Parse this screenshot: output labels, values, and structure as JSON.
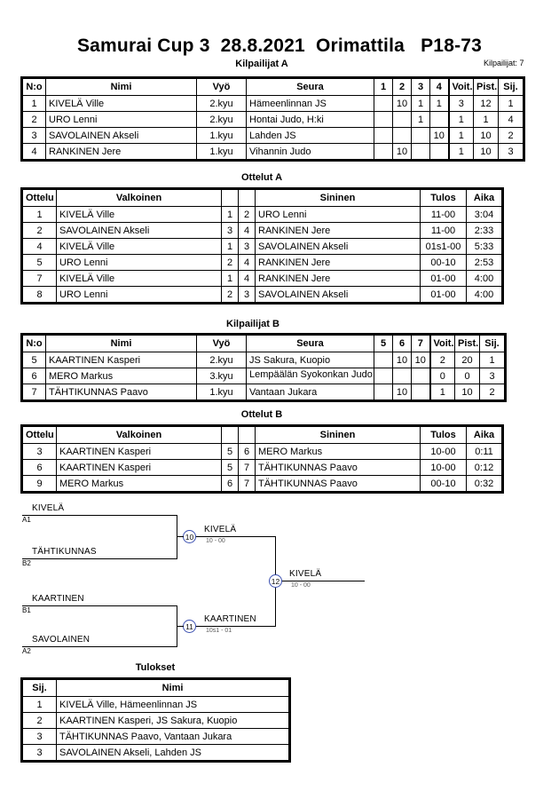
{
  "header": {
    "title": "Samurai Cup 3  28.8.2021  Orimattila   P18-73",
    "competitor_count_label": "Kilpailijat: 7"
  },
  "sections": {
    "pool_a_caption": "Kilpailijat A",
    "matches_a_caption": "Ottelut A",
    "pool_b_caption": "Kilpailijat B",
    "matches_b_caption": "Ottelut B",
    "results_caption": "Tulokset"
  },
  "pool_a": {
    "headers": [
      "N:o",
      "Nimi",
      "Vyö",
      "Seura",
      "1",
      "2",
      "3",
      "4",
      "Voit.",
      "Pist.",
      "Sij."
    ],
    "rows": [
      {
        "no": "1",
        "name": "KIVELÄ Ville",
        "belt": "2.kyu",
        "club": "Hämeenlinnan JS",
        "m": [
          "",
          "10",
          "1",
          "1"
        ],
        "wins": "3",
        "points": "12",
        "rank": "1"
      },
      {
        "no": "2",
        "name": "URO Lenni",
        "belt": "2.kyu",
        "club": "Hontai Judo, H:ki",
        "m": [
          "",
          "",
          "1",
          ""
        ],
        "wins": "1",
        "points": "1",
        "rank": "4"
      },
      {
        "no": "3",
        "name": "SAVOLAINEN Akseli",
        "belt": "1.kyu",
        "club": "Lahden JS",
        "m": [
          "",
          "",
          "",
          "10"
        ],
        "wins": "1",
        "points": "10",
        "rank": "2"
      },
      {
        "no": "4",
        "name": "RANKINEN Jere",
        "belt": "1.kyu",
        "club": "Vihannin Judo",
        "m": [
          "",
          "10",
          "",
          ""
        ],
        "wins": "1",
        "points": "10",
        "rank": "3"
      }
    ]
  },
  "matches_a": {
    "headers": [
      "Ottelu",
      "Valkoinen",
      "",
      "",
      "Sininen",
      "Tulos",
      "Aika"
    ],
    "rows": [
      {
        "no": "1",
        "white": "KIVELÄ Ville",
        "wn": "1",
        "bn": "2",
        "blue": "URO Lenni",
        "result": "11-00",
        "time": "3:04"
      },
      {
        "no": "2",
        "white": "SAVOLAINEN Akseli",
        "wn": "3",
        "bn": "4",
        "blue": "RANKINEN Jere",
        "result": "11-00",
        "time": "2:33"
      },
      {
        "no": "4",
        "white": "KIVELÄ Ville",
        "wn": "1",
        "bn": "3",
        "blue": "SAVOLAINEN Akseli",
        "result": "01s1-00",
        "time": "5:33"
      },
      {
        "no": "5",
        "white": "URO Lenni",
        "wn": "2",
        "bn": "4",
        "blue": "RANKINEN Jere",
        "result": "00-10",
        "time": "2:53"
      },
      {
        "no": "7",
        "white": "KIVELÄ Ville",
        "wn": "1",
        "bn": "4",
        "blue": "RANKINEN Jere",
        "result": "01-00",
        "time": "4:00"
      },
      {
        "no": "8",
        "white": "URO Lenni",
        "wn": "2",
        "bn": "3",
        "blue": "SAVOLAINEN Akseli",
        "result": "01-00",
        "time": "4:00"
      }
    ]
  },
  "pool_b": {
    "headers": [
      "N:o",
      "Nimi",
      "Vyö",
      "Seura",
      "5",
      "6",
      "7",
      "Voit.",
      "Pist.",
      "Sij."
    ],
    "rows": [
      {
        "no": "5",
        "name": "KAARTINEN Kasperi",
        "belt": "2.kyu",
        "club": "JS Sakura, Kuopio",
        "m": [
          "",
          "10",
          "10"
        ],
        "wins": "2",
        "points": "20",
        "rank": "1"
      },
      {
        "no": "6",
        "name": "MERO Markus",
        "belt": "3.kyu",
        "club": "Lempäälän Syokonkan Judo",
        "m": [
          "",
          "",
          ""
        ],
        "wins": "0",
        "points": "0",
        "rank": "3"
      },
      {
        "no": "7",
        "name": "TÄHTIKUNNAS Paavo",
        "belt": "1.kyu",
        "club": "Vantaan Jukara",
        "m": [
          "",
          "10",
          ""
        ],
        "wins": "1",
        "points": "10",
        "rank": "2"
      }
    ]
  },
  "matches_b": {
    "headers": [
      "Ottelu",
      "Valkoinen",
      "",
      "",
      "Sininen",
      "Tulos",
      "Aika"
    ],
    "rows": [
      {
        "no": "3",
        "white": "KAARTINEN Kasperi",
        "wn": "5",
        "bn": "6",
        "blue": "MERO Markus",
        "result": "10-00",
        "time": "0:11"
      },
      {
        "no": "6",
        "white": "KAARTINEN Kasperi",
        "wn": "5",
        "bn": "7",
        "blue": "TÄHTIKUNNAS Paavo",
        "result": "10-00",
        "time": "0:12"
      },
      {
        "no": "9",
        "white": "MERO Markus",
        "wn": "6",
        "bn": "7",
        "blue": "TÄHTIKUNNAS Paavo",
        "result": "00-10",
        "time": "0:32"
      }
    ]
  },
  "bracket": {
    "entries": [
      {
        "name": "KIVELÄ",
        "seed": "A1"
      },
      {
        "name": "TÄHTIKUNNAS",
        "seed": "B2"
      },
      {
        "name": "KAARTINEN",
        "seed": "B1"
      },
      {
        "name": "SAVOLAINEN",
        "seed": "A2"
      }
    ],
    "matches": [
      {
        "number": "10",
        "winner": "KIVELÄ",
        "score": "10 - 00"
      },
      {
        "number": "11",
        "winner": "KAARTINEN",
        "score": "10s1 - 01"
      },
      {
        "number": "12",
        "winner": "KIVELÄ",
        "score": "10 - 00"
      }
    ]
  },
  "results": {
    "headers": [
      "Sij.",
      "Nimi"
    ],
    "rows": [
      {
        "rank": "1",
        "name": "KIVELÄ Ville, Hämeenlinnan JS"
      },
      {
        "rank": "2",
        "name": "KAARTINEN Kasperi, JS Sakura, Kuopio"
      },
      {
        "rank": "3",
        "name": "TÄHTIKUNNAS Paavo, Vantaan Jukara"
      },
      {
        "rank": "3",
        "name": "SAVOLAINEN Akseli, Lahden JS"
      }
    ]
  },
  "colors": {
    "bracket_circle": "#3a4fb0",
    "bracket_score": "#5a5a5a",
    "line": "#000000"
  }
}
